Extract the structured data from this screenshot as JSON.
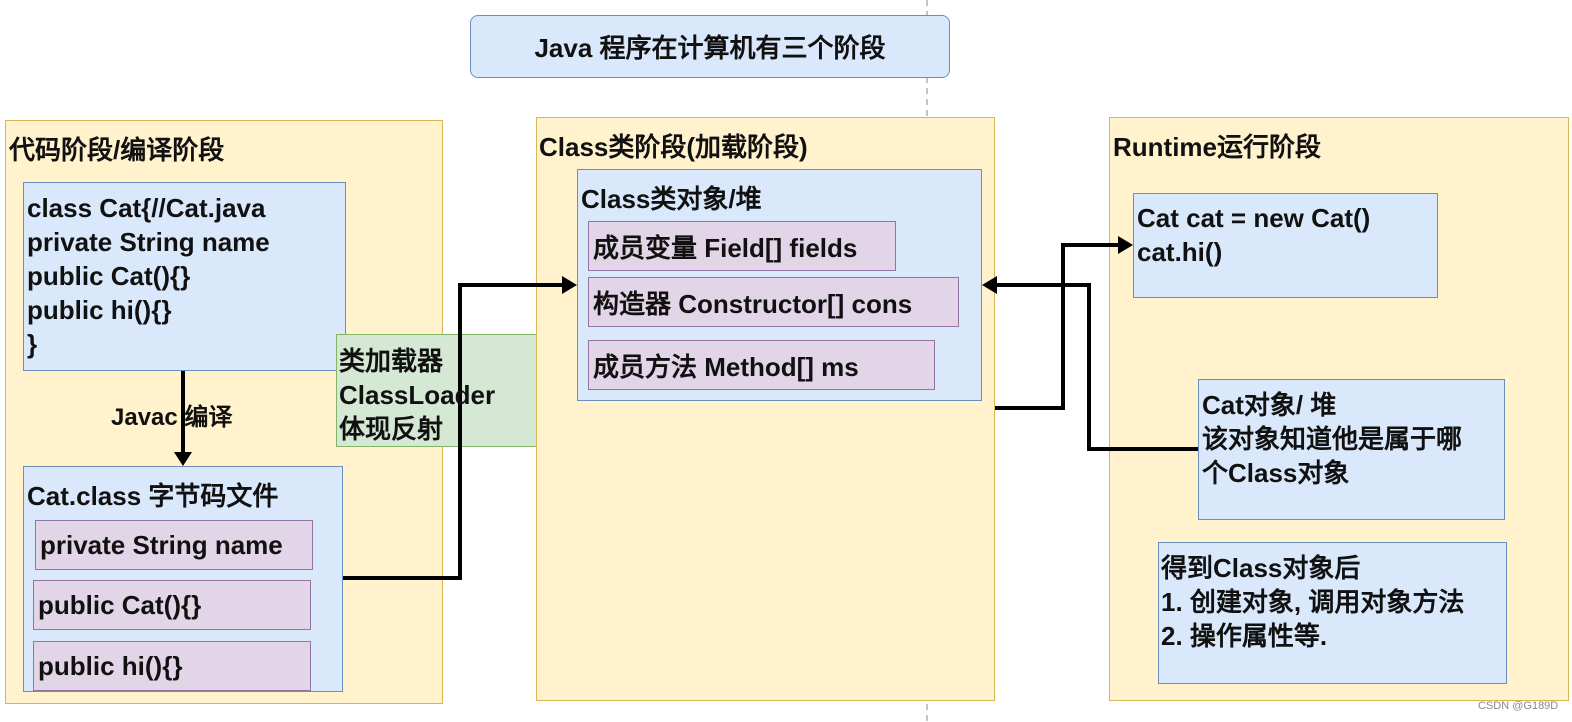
{
  "title": "Java 程序在计算机有三个阶段",
  "stage1": {
    "label": "代码阶段/编译阶段",
    "source_code": [
      "class Cat{//Cat.java",
      "private String name",
      "public Cat(){}",
      "public hi(){}",
      "}"
    ],
    "compile_label": "Javac 编译",
    "bytecode_title": "Cat.class 字节码文件",
    "bytecode_items": [
      "private String name",
      "public Cat(){}",
      "public hi(){}"
    ]
  },
  "classloader": [
    "类加载器",
    "ClassLoader",
    "体现反射"
  ],
  "stage2": {
    "label": "Class类阶段(加载阶段)",
    "heap_title": "Class类对象/堆",
    "members": [
      "成员变量 Field[] fields",
      "构造器 Constructor[] cons",
      "成员方法 Method[] ms"
    ]
  },
  "stage3": {
    "label": "Runtime运行阶段",
    "code": [
      "Cat cat = new Cat()",
      "cat.hi()"
    ],
    "object": [
      "Cat对象/ 堆",
      "该对象知道他是属于哪",
      "个Class对象"
    ],
    "after": [
      "得到Class对象后",
      "1. 创建对象, 调用对象方法",
      "2. 操作属性等."
    ]
  },
  "watermark": "CSDN @G189D",
  "colors": {
    "stage_fill": "#fff2cc",
    "blue_fill": "#dae8fc",
    "purple_fill": "#e1d5e7",
    "green_fill": "#d5e8d4",
    "arrow": "#000000",
    "divider": "#999999"
  }
}
